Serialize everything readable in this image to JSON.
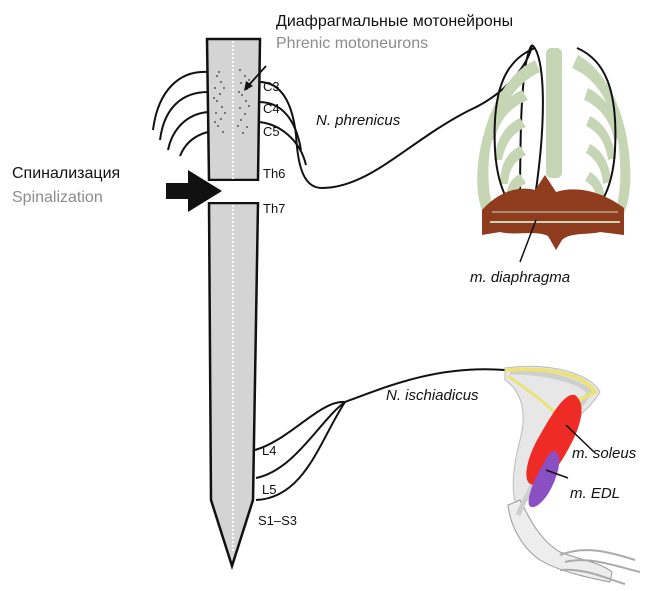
{
  "labels": {
    "phrenic_ru": "Диафрагмальные мотонейроны",
    "phrenic_en": "Phrenic motoneurons",
    "spinal_ru": "Спинализация",
    "spinal_en": "Spinalization",
    "nerve_phrenicus": "N. phrenicus",
    "nerve_ischiadicus": "N. ischiadicus",
    "muscle_diaphragm": "m. diaphragma",
    "muscle_soleus": "m. soleus",
    "muscle_edl": "m. EDL"
  },
  "segments": {
    "c3": "C3",
    "c4": "C4",
    "c5": "C5",
    "th6": "Th6",
    "th7": "Th7",
    "l4": "L4",
    "l5": "L5",
    "s1s3": "S1–S3"
  },
  "colors": {
    "cord_fill": "#d4d4d4",
    "rib_fill": "#c6d6b5",
    "diaphragm_fill": "#8e3b1e",
    "soleus_fill": "#ee2b24",
    "edl_fill": "#8b4fc4",
    "nerve_yellow": "#e9e37a",
    "leg_fill": "#e7e7e7"
  }
}
